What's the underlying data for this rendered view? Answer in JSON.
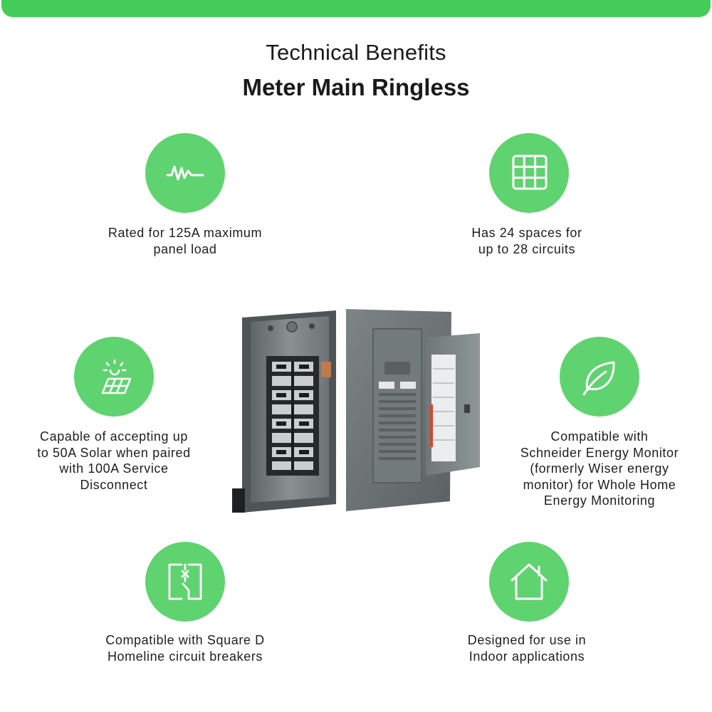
{
  "header": {
    "title": "Technical Benefits",
    "subtitle": "Meter Main Ringless"
  },
  "colors": {
    "accent": "#43cc5a",
    "icon_circle": "#5fd36f"
  },
  "features": [
    {
      "icon": "pulse-icon",
      "lines": [
        "Rated for 125A maximum",
        "panel load"
      ]
    },
    {
      "icon": "grid-icon",
      "lines": [
        "Has 24 spaces for",
        "up to 28 circuits"
      ]
    },
    {
      "icon": "solar-panel-icon",
      "lines": [
        "Capable of accepting up",
        "to 50A Solar when paired",
        "with 100A Service",
        "Disconnect"
      ]
    },
    {
      "icon": "leaf-icon",
      "lines": [
        "Compatible with",
        "Schneider Energy Monitor",
        "(formerly Wiser energy",
        "monitor) for Whole Home",
        "Energy Monitoring"
      ]
    },
    {
      "icon": "breaker-icon",
      "lines": [
        "Compatible with Square D",
        "Homeline circuit breakers"
      ]
    },
    {
      "icon": "house-icon",
      "lines": [
        "Designed for use in",
        "Indoor applications"
      ]
    }
  ],
  "product_image": "load-center-panel"
}
